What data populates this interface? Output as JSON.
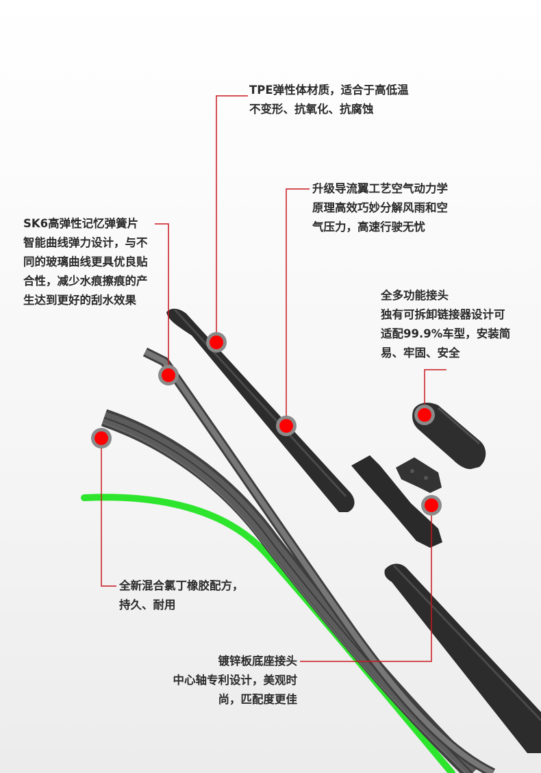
{
  "colors": {
    "leader_line": "#c8161d",
    "marker_dot": "#ff0000",
    "marker_ring": "#8a8a8a",
    "rubber_strip": "#4a4a4a",
    "spring_strip": "#5a5a5a",
    "spoiler": "#2c2c2c",
    "green_edge": "#2ee52e",
    "text": "#2a2a2a"
  },
  "callouts": {
    "tpe": {
      "lines": [
        "TPE弹性体材质，适合于高低温",
        "不变形、抗氧化、抗腐蚀"
      ]
    },
    "spoiler": {
      "lines": [
        "升级导流翼工艺空气动力学",
        "原理高效巧妙分解风雨和空",
        "气压力，高速行驶无忧"
      ]
    },
    "sk6": {
      "lines": [
        "SK6高弹性记忆弹簧片",
        "智能曲线弹力设计，与不",
        "同的玻璃曲线更具优良贴",
        "合性，减少水痕擦痕的产",
        "生达到更好的刮水效果"
      ]
    },
    "connector": {
      "lines": [
        "全多功能接头",
        "独有可拆卸链接器设计可",
        "适配99.9%车型，安装简",
        "易、牢固、安全"
      ]
    },
    "rubber": {
      "lines": [
        "全新混合氯丁橡胶配方，",
        "持久、耐用"
      ]
    },
    "base": {
      "lines": [
        "镀锌板底座接头",
        "中心轴专利设计，美观时",
        "尚，匹配度更佳"
      ]
    }
  }
}
